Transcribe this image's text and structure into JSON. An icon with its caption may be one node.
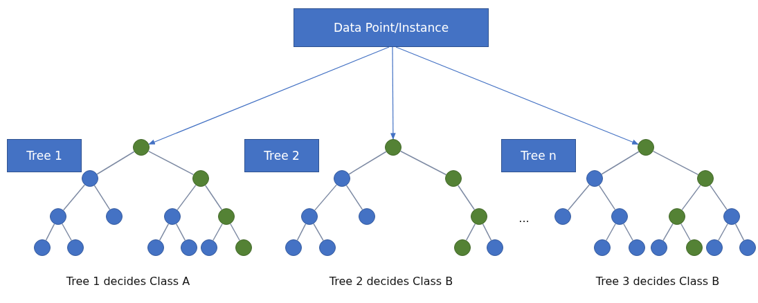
{
  "diagram": {
    "nodes": [
      {
        "text": [
          "Data Point/Instance"
        ]
      },
      {
        "text": [
          "Tree 1"
        ]
      },
      {
        "text": [],
        "shape": "circle"
      },
      {
        "text": [],
        "shape": "circle"
      },
      {
        "text": [],
        "shape": "circle"
      },
      {
        "text": [],
        "shape": "circle"
      },
      {
        "text": [],
        "shape": "circle"
      },
      {
        "text": [],
        "shape": "circle"
      },
      {
        "text": [],
        "shape": "circle"
      },
      {
        "text": [],
        "shape": "circle"
      },
      {
        "text": [],
        "shape": "circle"
      },
      {
        "text": [],
        "shape": "circle"
      },
      {
        "text": [],
        "shape": "circle"
      },
      {
        "text": [],
        "shape": "circle"
      },
      {
        "text": [],
        "shape": "circle"
      },
      {
        "text": [
          "Tree 2"
        ]
      },
      {
        "text": [],
        "shape": "circle"
      },
      {
        "text": [],
        "shape": "circle"
      },
      {
        "text": [],
        "shape": "circle"
      },
      {
        "text": [],
        "shape": "circle"
      },
      {
        "text": [],
        "shape": "circle"
      },
      {
        "text": [],
        "shape": "circle"
      },
      {
        "text": [],
        "shape": "circle"
      },
      {
        "text": [],
        "shape": "circle"
      },
      {
        "text": [],
        "shape": "circle"
      },
      {
        "text": [],
        "shape": "circle"
      },
      {
        "text": [
          "Tree n"
        ]
      },
      {
        "text": [],
        "shape": "circle"
      },
      {
        "text": [],
        "shape": "circle"
      },
      {
        "text": [],
        "shape": "circle"
      },
      {
        "text": [],
        "shape": "circle"
      },
      {
        "text": [],
        "shape": "circle"
      },
      {
        "text": [],
        "shape": "circle"
      },
      {
        "text": [],
        "shape": "circle"
      },
      {
        "text": [],
        "shape": "circle"
      },
      {
        "text": [],
        "shape": "circle"
      },
      {
        "text": [],
        "shape": "circle"
      },
      {
        "text": [],
        "shape": "circle"
      },
      {
        "text": [],
        "shape": "circle"
      },
      {
        "text": [],
        "shape": "circle"
      }
    ],
    "edges": [
      {
        "from": 0,
        "to": 2,
        "arrow": "to"
      },
      {
        "from": 0,
        "to": 16,
        "arrow": "to"
      },
      {
        "from": 0,
        "to": 27,
        "arrow": "to"
      },
      {
        "from": 2,
        "to": 3,
        "arrow": "none"
      },
      {
        "from": 2,
        "to": 4,
        "arrow": "none"
      },
      {
        "from": 3,
        "to": 5,
        "arrow": "none"
      },
      {
        "from": 3,
        "to": 6,
        "arrow": "none"
      },
      {
        "from": 5,
        "to": 9,
        "arrow": "none"
      },
      {
        "from": 5,
        "to": 10,
        "arrow": "none"
      },
      {
        "from": 4,
        "to": 7,
        "arrow": "none"
      },
      {
        "from": 4,
        "to": 8,
        "arrow": "none"
      },
      {
        "from": 7,
        "to": 11,
        "arrow": "none"
      },
      {
        "from": 7,
        "to": 12,
        "arrow": "none"
      },
      {
        "from": 8,
        "to": 13,
        "arrow": "none"
      },
      {
        "from": 8,
        "to": 14,
        "arrow": "none"
      },
      {
        "from": 16,
        "to": 17,
        "arrow": "none"
      },
      {
        "from": 16,
        "to": 18,
        "arrow": "none"
      },
      {
        "from": 17,
        "to": 19,
        "arrow": "none"
      },
      {
        "from": 17,
        "to": 20,
        "arrow": "none"
      },
      {
        "from": 19,
        "to": 22,
        "arrow": "none"
      },
      {
        "from": 19,
        "to": 23,
        "arrow": "none"
      },
      {
        "from": 18,
        "to": 21,
        "arrow": "none"
      },
      {
        "from": 21,
        "to": 24,
        "arrow": "none"
      },
      {
        "from": 21,
        "to": 25,
        "arrow": "none"
      },
      {
        "from": 27,
        "to": 28,
        "arrow": "none"
      },
      {
        "from": 27,
        "to": 29,
        "arrow": "none"
      },
      {
        "from": 28,
        "to": 30,
        "arrow": "none"
      },
      {
        "from": 28,
        "to": 31,
        "arrow": "none"
      },
      {
        "from": 31,
        "to": 34,
        "arrow": "none"
      },
      {
        "from": 31,
        "to": 35,
        "arrow": "none"
      },
      {
        "from": 29,
        "to": 32,
        "arrow": "none"
      },
      {
        "from": 29,
        "to": 33,
        "arrow": "none"
      },
      {
        "from": 32,
        "to": 36,
        "arrow": "none"
      },
      {
        "from": 32,
        "to": 37,
        "arrow": "none"
      },
      {
        "from": 33,
        "to": 38,
        "arrow": "none"
      },
      {
        "from": 33,
        "to": 39,
        "arrow": "none"
      }
    ],
    "labels": [
      "...",
      "Tree 1 decides Class A",
      "Tree 2 decides Class B",
      "Tree 3 decides Class B"
    ]
  }
}
